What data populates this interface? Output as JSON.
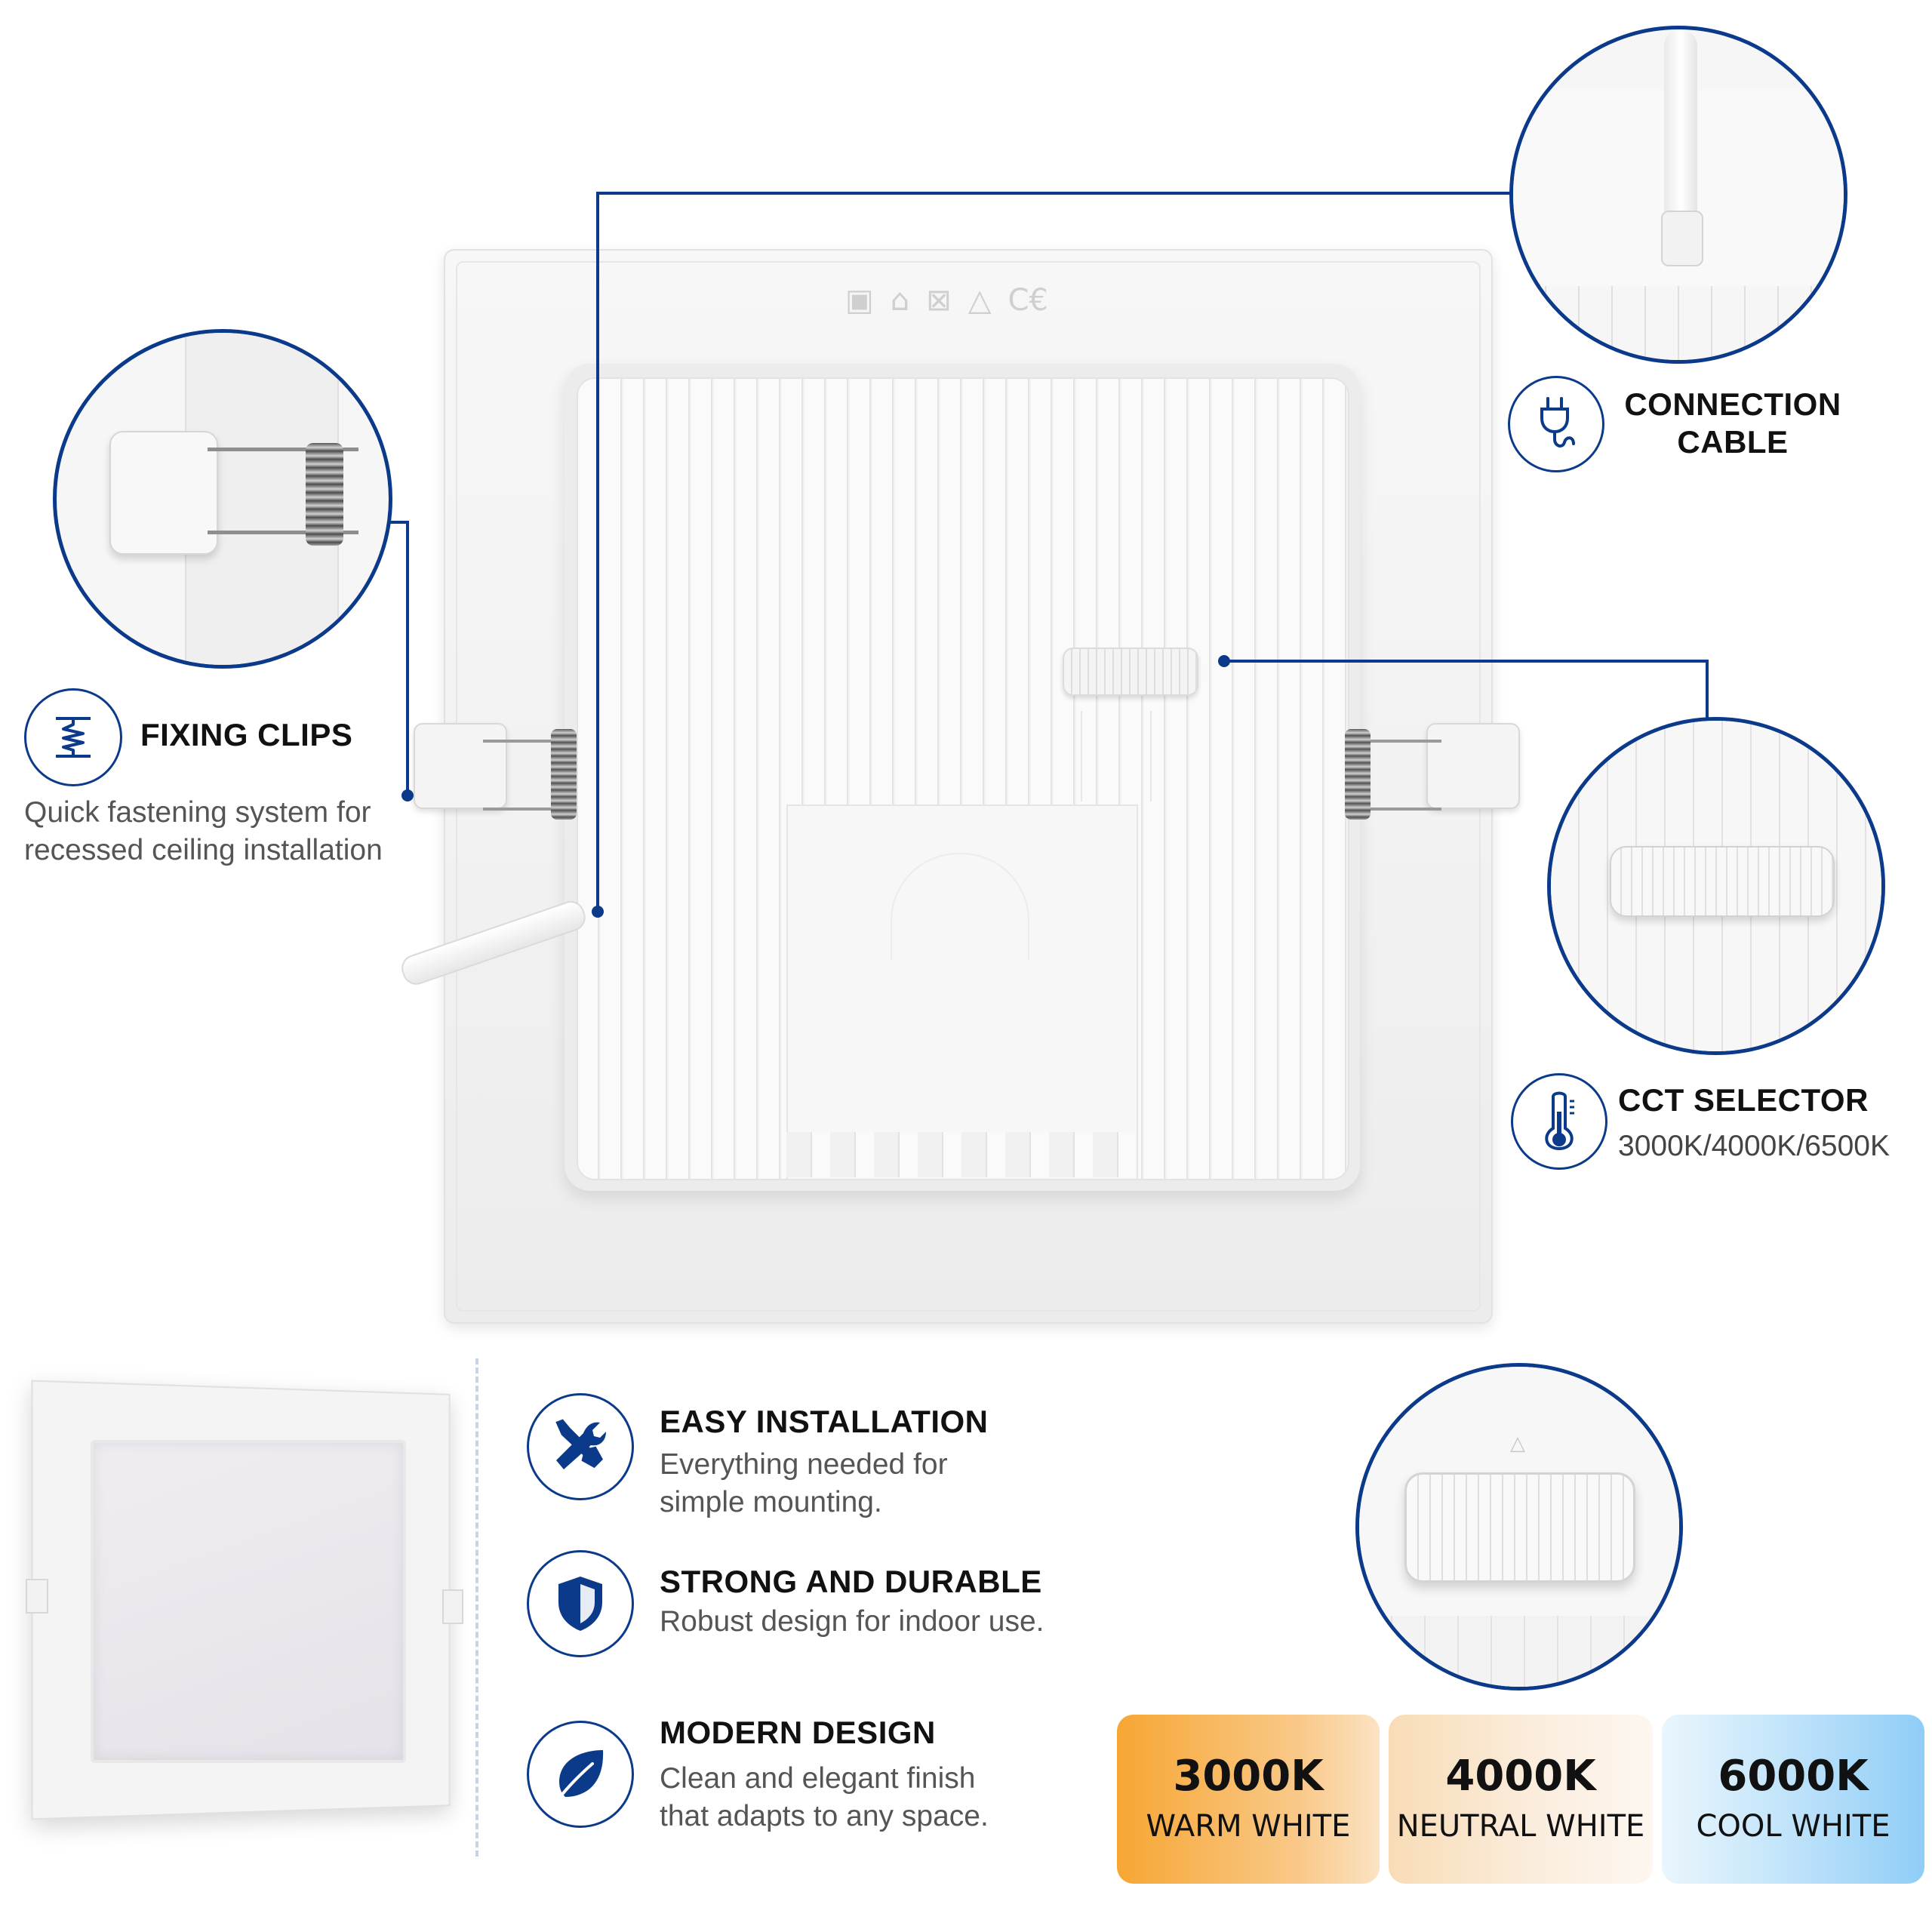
{
  "features_top": {
    "fixing_clips": {
      "title": "FIXING CLIPS",
      "desc_line1": "Quick fastening system for",
      "desc_line2": "recessed ceiling installation",
      "icon": "spring-clip-icon"
    },
    "connection_cable": {
      "title_line1": "CONNECTION",
      "title_line2": "CABLE",
      "icon": "plug-icon"
    },
    "cct_selector": {
      "title": "CCT SELECTOR",
      "desc": "3000K/4000K/6500K",
      "icon": "thermometer-icon"
    }
  },
  "features_list": [
    {
      "title": "EASY INSTALLATION",
      "desc_line1": "Everything needed for",
      "desc_line2": "simple mounting.",
      "icon": "tools-icon"
    },
    {
      "title": "STRONG AND DURABLE",
      "desc_line1": "Robust design for indoor use.",
      "desc_line2": "",
      "icon": "shield-icon"
    },
    {
      "title": "MODERN DESIGN",
      "desc_line1": "Clean and elegant finish",
      "desc_line2": "that adapts to any space.",
      "icon": "leaf-icon"
    }
  ],
  "color_temps": [
    {
      "value": "3000K",
      "name": "WARM WHITE"
    },
    {
      "value": "4000K",
      "name": "NEUTRAL WHITE"
    },
    {
      "value": "6000K",
      "name": "COOL WHITE"
    }
  ],
  "colors": {
    "accent": "#0b3a8a",
    "warm": "#f7a633",
    "neutral": "#f7e3c4",
    "cool": "#8fcdf7"
  }
}
